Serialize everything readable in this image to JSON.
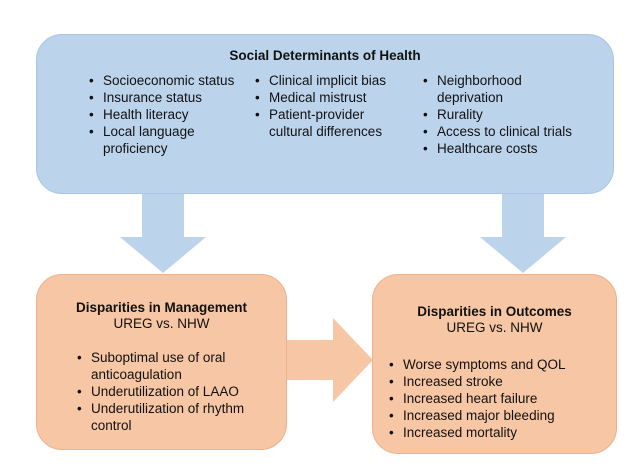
{
  "colors": {
    "sdoh_fill": "#bcd3ec",
    "arrow_fill": "#bcd3ec",
    "outcome_box_fill": "#f7c6a4",
    "horizontal_arrow_fill": "#f7c6a4"
  },
  "sdoh": {
    "title": "Social Determinants of Health",
    "columns": [
      [
        "Socioeconomic status",
        "Insurance status",
        "Health literacy",
        "Local language proficiency"
      ],
      [
        "Clinical implicit bias",
        "Medical mistrust",
        "Patient-provider cultural differences"
      ],
      [
        "Neighborhood deprivation",
        "Rurality",
        "Access to clinical trials",
        "Healthcare costs"
      ]
    ]
  },
  "management": {
    "title": "Disparities in Management",
    "subtitle": "UREG vs. NHW",
    "items": [
      "Suboptimal use of oral anticoagulation",
      "Underutilization of LAAO",
      "Underutilization of rhythm control"
    ]
  },
  "outcomes": {
    "title": "Disparities in Outcomes",
    "subtitle": "UREG vs. NHW",
    "items": [
      "Worse symptoms and QOL",
      "Increased stroke",
      "Increased heart failure",
      "Increased major bleeding",
      "Increased mortality"
    ]
  }
}
